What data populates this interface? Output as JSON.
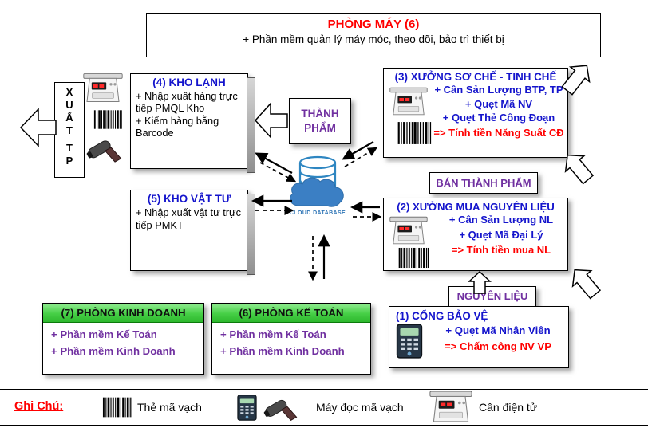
{
  "colors": {
    "accent_blue": "#1414CC",
    "accent_red": "#FF0000",
    "accent_purple": "#7030A0",
    "header_green": "#46CF46"
  },
  "phong_may": {
    "title": "PHÒNG MÁY (6)",
    "subtitle": "+ Phần mềm quản lý máy móc, theo dõi, bảo trì thiết bị"
  },
  "xuat_tp": {
    "l0": "X",
    "l1": "U",
    "l2": "Ấ",
    "l3": "T",
    "l4": "T",
    "l5": "P"
  },
  "kho_lanh": {
    "title": "(4) KHO LẠNH",
    "line1": "+ Nhập xuất hàng trực tiếp PMQL Kho",
    "line2": "+ Kiểm hàng bằng Barcode"
  },
  "thanh_pham": {
    "label": "THÀNH PHẨM"
  },
  "so_che": {
    "title": "(3) XƯỞNG SƠ CHẾ - TINH CHẾ",
    "line1": "+ Cân Sản Lượng BTP, TP",
    "line2": "+ Quẹt Mã NV",
    "line3": "+ Quẹt Thẻ Công Đoạn",
    "result": "=> Tính tiền Năng Suất CĐ"
  },
  "ban_thanh_pham": {
    "label": "BÁN THÀNH PHẨM"
  },
  "cloud": {
    "label": "CLOUD DATABASE"
  },
  "kho_vat_tu": {
    "title": "(5) KHO VẬT TƯ",
    "line1": "+ Nhập xuất vật tư trực tiếp PMKT"
  },
  "mua_nguyen_lieu": {
    "title": "(2) XƯỞNG MUA NGUYÊN LIỆU",
    "line1": "+ Cân Sản Lượng NL",
    "line2": "+ Quẹt Mã Đại Lý",
    "result": "=> Tính tiền mua NL"
  },
  "nguyen_lieu": {
    "label": "NGUYÊN LIỆU"
  },
  "kinh_doanh": {
    "title": "(7) PHÒNG KINH DOANH",
    "line1": "+ Phần mềm Kế Toán",
    "line2": "+ Phần mềm Kinh Doanh"
  },
  "ke_toan": {
    "title": "(6) PHÒNG KẾ TOÁN",
    "line1": "+ Phần mềm Kế Toán",
    "line2": "+ Phần mềm Kinh Doanh"
  },
  "cong_bao_ve": {
    "title": "(1) CỔNG BẢO VỆ",
    "line1": "+ Quẹt Mã Nhân Viên",
    "result": "=> Chấm công NV VP"
  },
  "legend": {
    "title": "Ghi Chú:",
    "item1": "Thẻ mã vạch",
    "item2": "Máy đọc mã vạch",
    "item3": "Cân điện tử"
  }
}
